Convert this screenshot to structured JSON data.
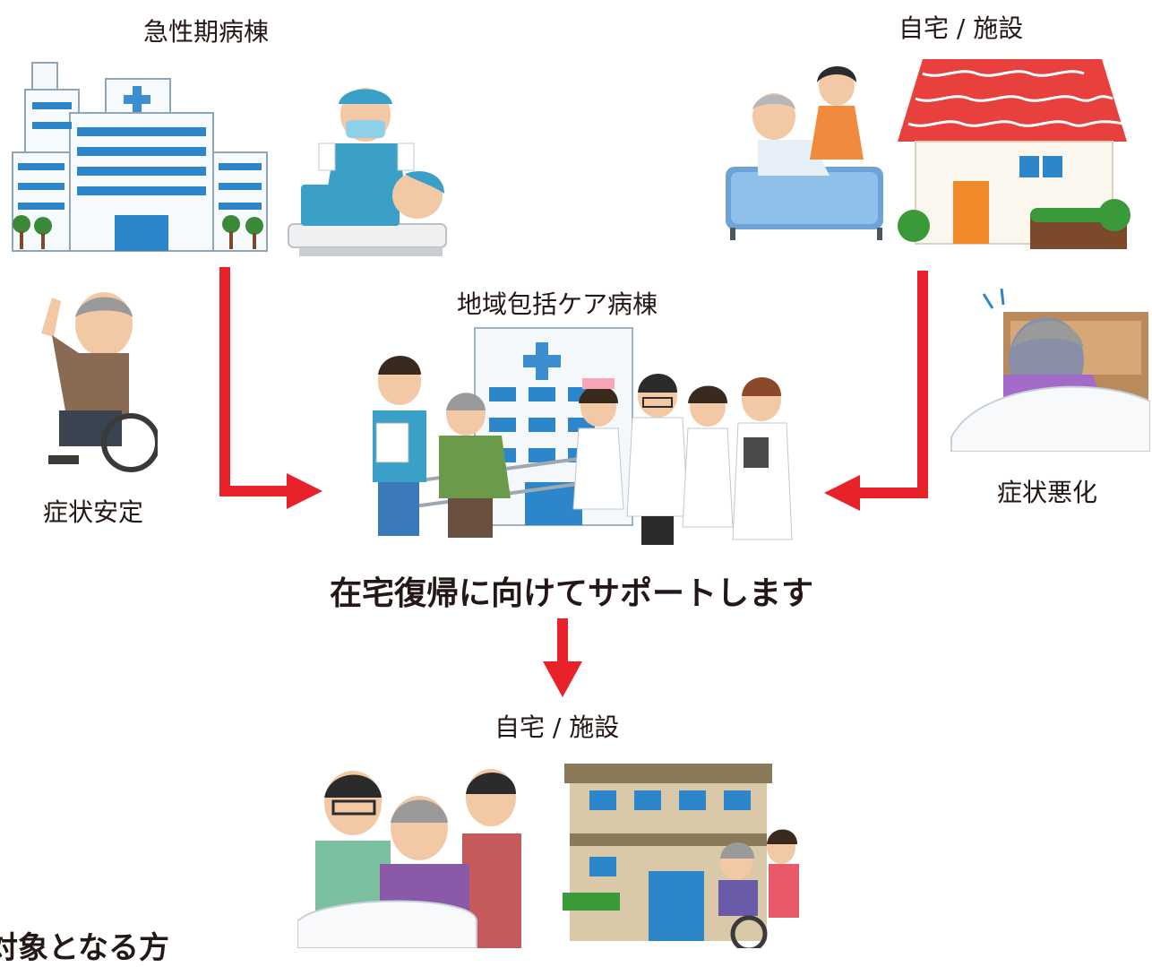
{
  "diagram": {
    "labels": {
      "acute_ward": "急性期病棟",
      "home_facility_top": "自宅 / 施設",
      "community_care_ward": "地域包括ケア病棟",
      "symptom_stable": "症状安定",
      "symptom_worse": "症状悪化",
      "support_message": "在宅復帰に向けてサポートします",
      "home_facility_bottom": "自宅 / 施設",
      "footer_heading": "対象となる方"
    },
    "colors": {
      "arrow": "#e8222a",
      "text": "#231815"
    }
  }
}
